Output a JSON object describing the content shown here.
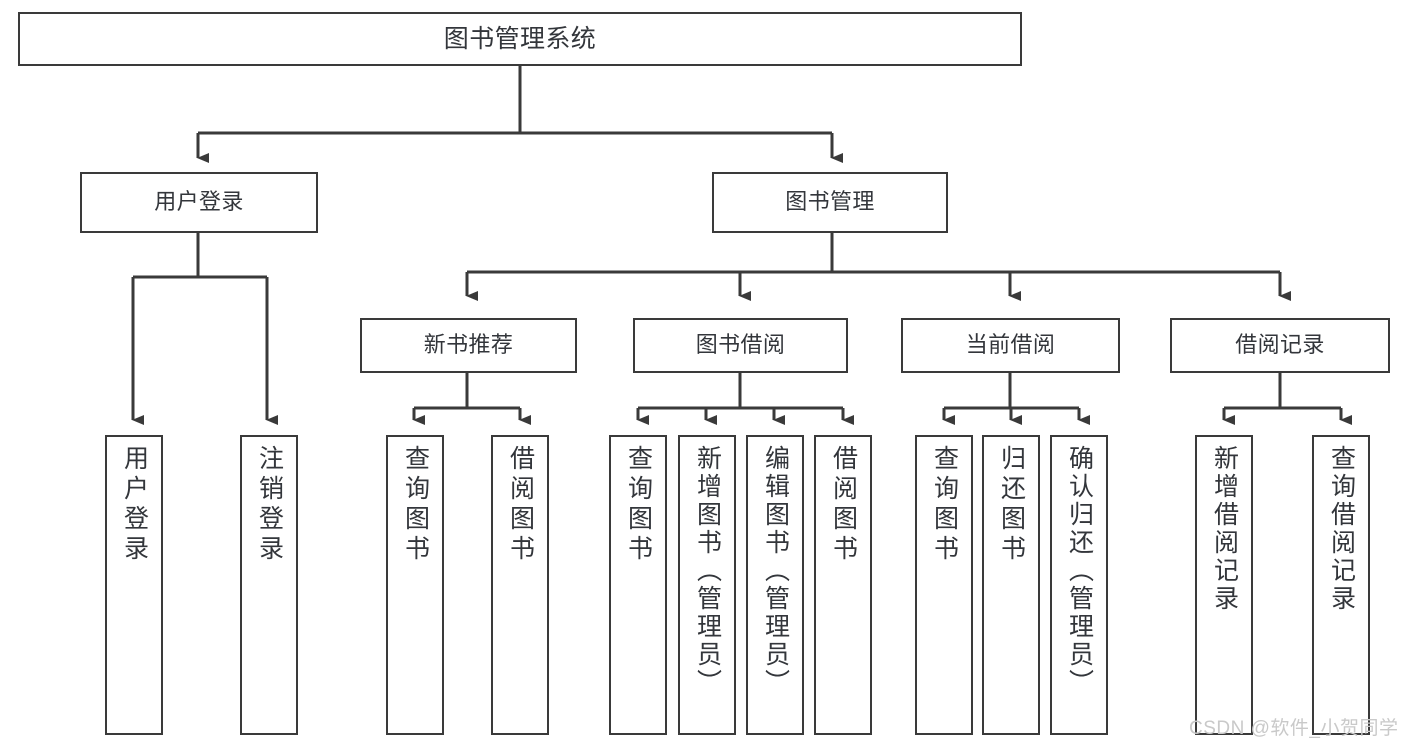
{
  "diagram": {
    "title": "图书管理系统",
    "type": "功能结构图",
    "stroke_color": "#3a3a3a",
    "text_color": "#33363b",
    "background_color": "#ffffff"
  },
  "watermark": {
    "text": "CSDN @软件_小贺同学",
    "color": "#c9c9c9"
  },
  "nodes": {
    "root": {
      "label": "图书管理系统"
    },
    "level2": [
      {
        "label": "用户登录"
      },
      {
        "label": "图书管理"
      }
    ],
    "level3": [
      {
        "label": "新书推荐"
      },
      {
        "label": "图书借阅"
      },
      {
        "label": "当前借阅"
      },
      {
        "label": "借阅记录"
      }
    ],
    "leaves": {
      "user_login": [
        {
          "label": "用户登录"
        },
        {
          "label": "注销登录"
        }
      ],
      "new_book_recommend": [
        {
          "label": "查询图书"
        },
        {
          "label": "借阅图书"
        }
      ],
      "book_borrow": [
        {
          "label": "查询图书"
        },
        {
          "label": "新增图书（管理员）"
        },
        {
          "label": "编辑图书（管理员）"
        },
        {
          "label": "借阅图书"
        }
      ],
      "current_borrow": [
        {
          "label": "查询图书"
        },
        {
          "label": "归还图书"
        },
        {
          "label": "确认归还（管理员）"
        }
      ],
      "borrow_record": [
        {
          "label": "新增借阅记录"
        },
        {
          "label": "查询借阅记录"
        }
      ]
    }
  },
  "edges": {
    "arrow_style": "filled-triangle",
    "connector_style": "orthogonal"
  }
}
